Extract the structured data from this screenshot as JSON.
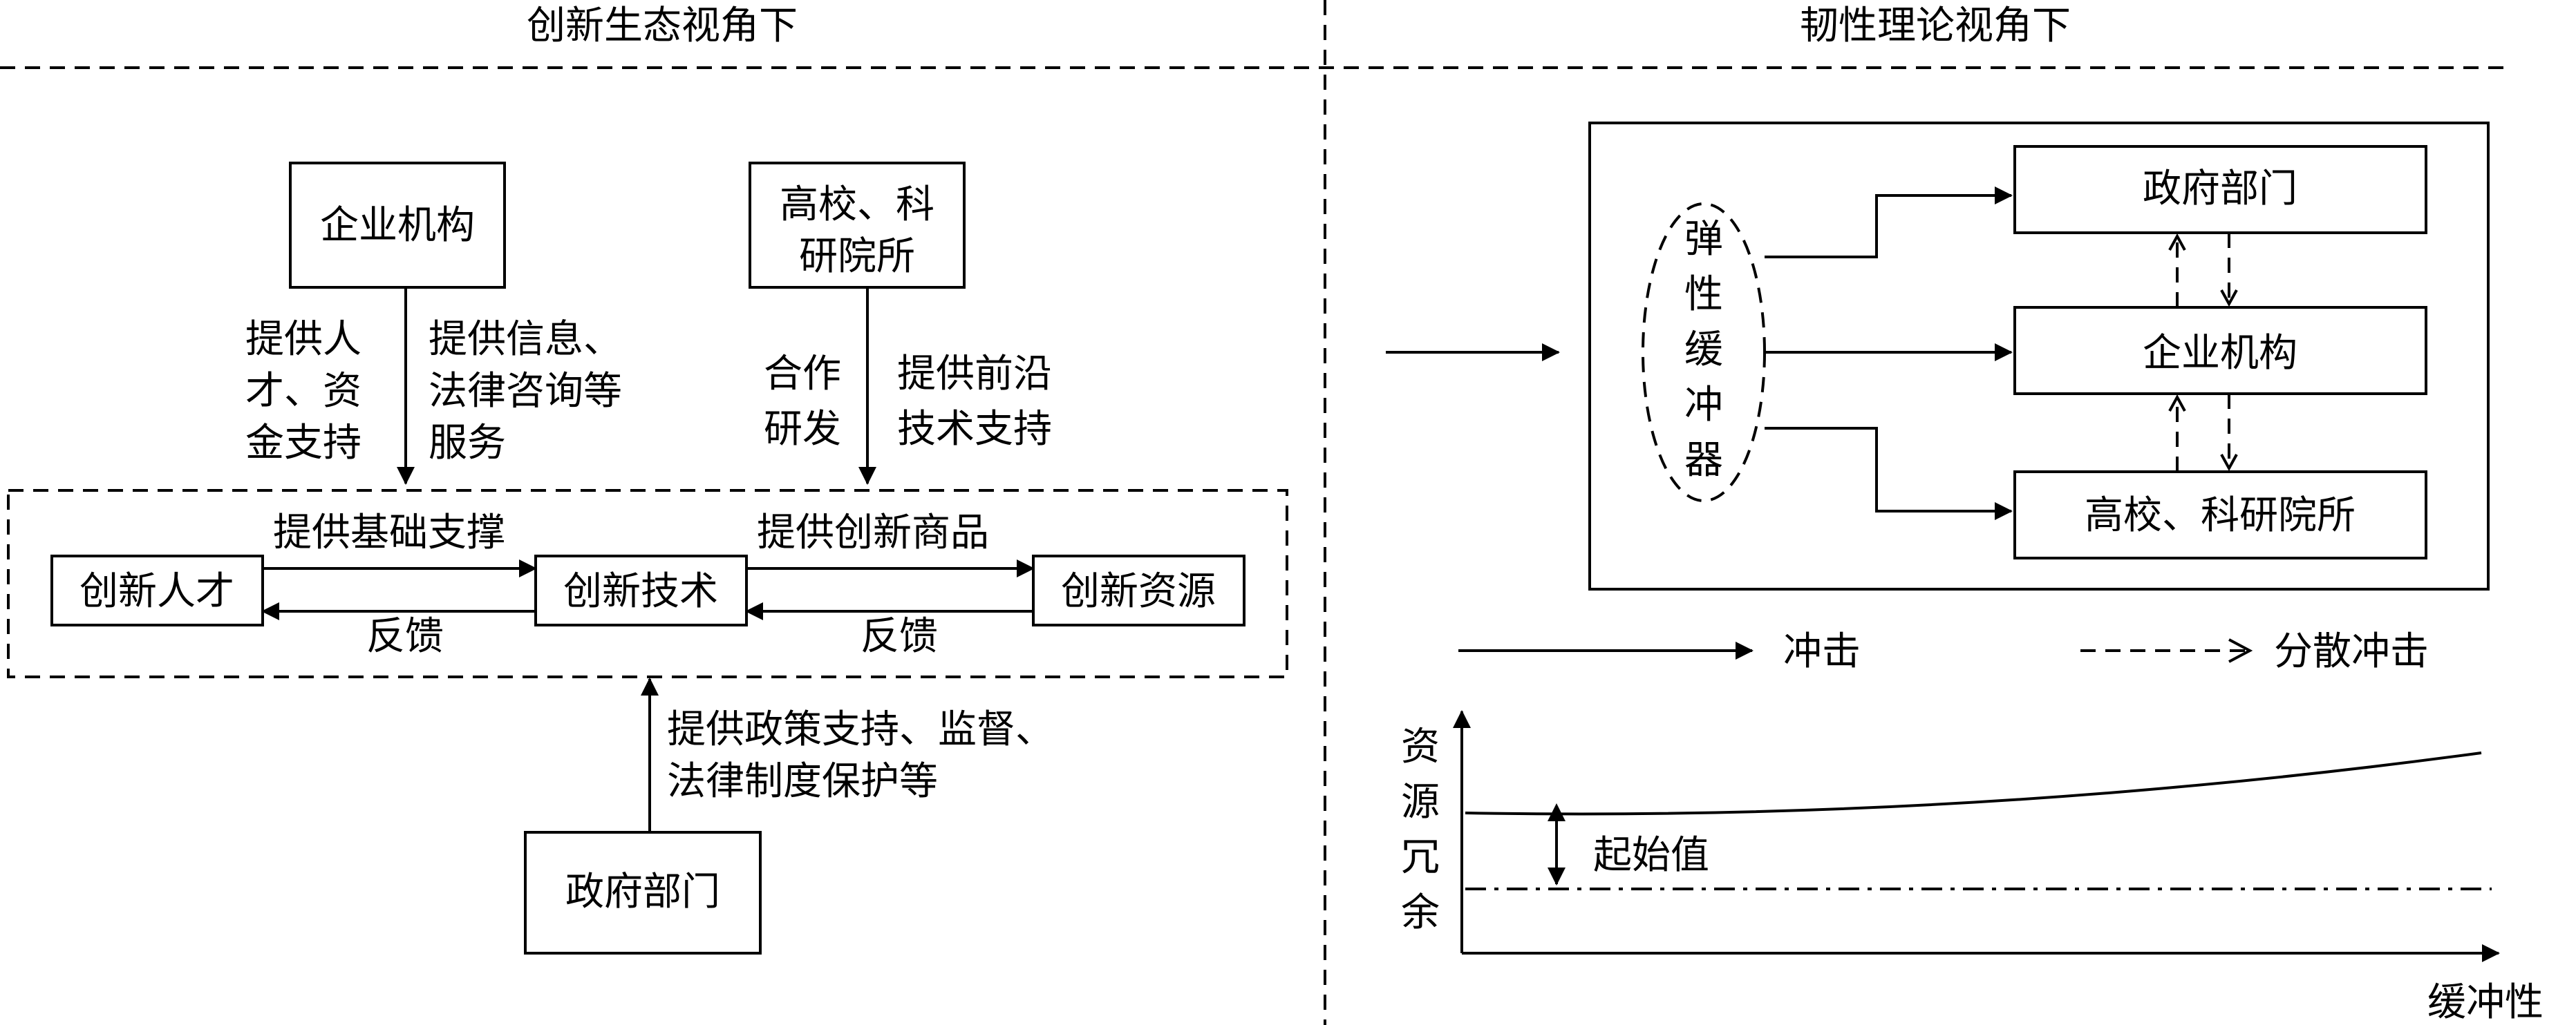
{
  "left_panel": {
    "header": "创新生态视角下",
    "nodes": {
      "enterprise": "企业机构",
      "university": [
        "高校、科",
        "研院所"
      ],
      "talent": "创新人才",
      "technology": "创新技术",
      "resource": "创新资源",
      "government": "政府部门"
    },
    "edges": {
      "enterprise_support_a": [
        "提供人",
        "才、资",
        "金支持"
      ],
      "enterprise_support_b": [
        "提供信息、",
        "法律咨询等",
        "服务"
      ],
      "university_support_a": [
        "合作",
        "研发"
      ],
      "university_support_b": [
        "提供前沿",
        "技术支持"
      ],
      "talent_to_tech": "提供基础支撑",
      "tech_to_talent": "反馈",
      "tech_to_resource": "提供创新商品",
      "resource_to_tech": "反馈",
      "government_support": [
        "提供政策支持、监督、",
        "法律制度保护等"
      ]
    }
  },
  "right_panel": {
    "header": "韧性理论视角下",
    "buffer": [
      "弹",
      "性",
      "缓",
      "冲",
      "器"
    ],
    "nodes": {
      "government": "政府部门",
      "enterprise": "企业机构",
      "university": "高校、科研院所"
    },
    "legend": {
      "impact": "冲击",
      "dispersed_impact": "分散冲击"
    },
    "chart": {
      "ylabel": [
        "资",
        "源",
        "冗",
        "余"
      ],
      "xlabel": "缓冲性",
      "annotation": "起始值"
    }
  }
}
